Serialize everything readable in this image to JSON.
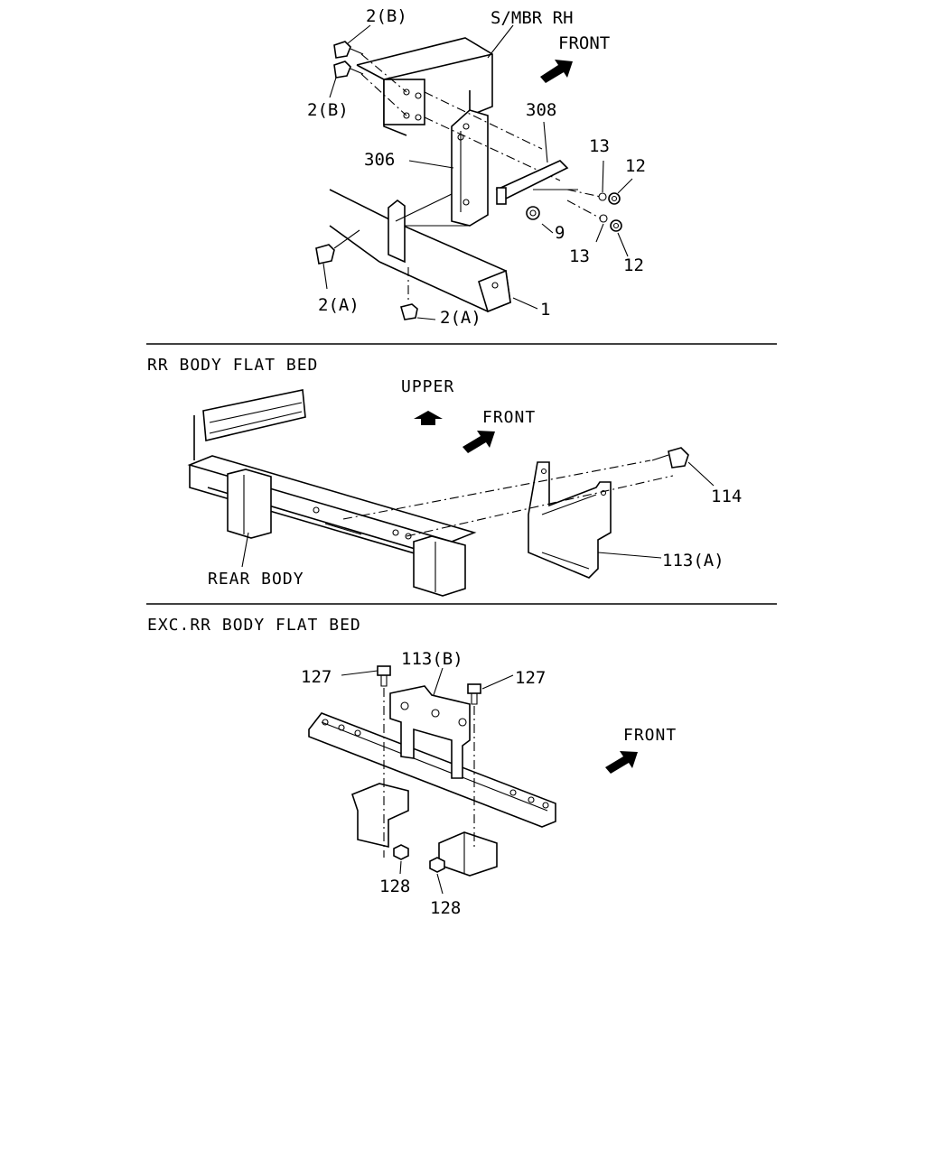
{
  "sections": [
    {
      "header": "",
      "labels": {
        "bolt_b_top": "2(B)",
        "bolt_b_bottom": "2(B)",
        "side_member": "S/MBR RH",
        "front": "FRONT",
        "part_308": "308",
        "part_306": "306",
        "part_13_top": "13",
        "part_12_top": "12",
        "part_9": "9",
        "part_13_bottom": "13",
        "part_12_bottom": "12",
        "bolt_a_left": "2(A)",
        "bolt_a_bottom": "2(A)",
        "part_1": "1"
      }
    },
    {
      "header": "RR BODY FLAT BED",
      "labels": {
        "upper": "UPPER",
        "front": "FRONT",
        "part_114": "114",
        "part_113a": "113(A)",
        "rear_body": "REAR BODY"
      }
    },
    {
      "header": "EXC.RR BODY FLAT BED",
      "labels": {
        "part_127_left": "127",
        "part_113b": "113(B)",
        "part_127_right": "127",
        "front": "FRONT",
        "part_128_left": "128",
        "part_128_right": "128"
      }
    }
  ],
  "arrow_icons": [
    "front-arrow-icon",
    "upper-arrow-icon"
  ]
}
